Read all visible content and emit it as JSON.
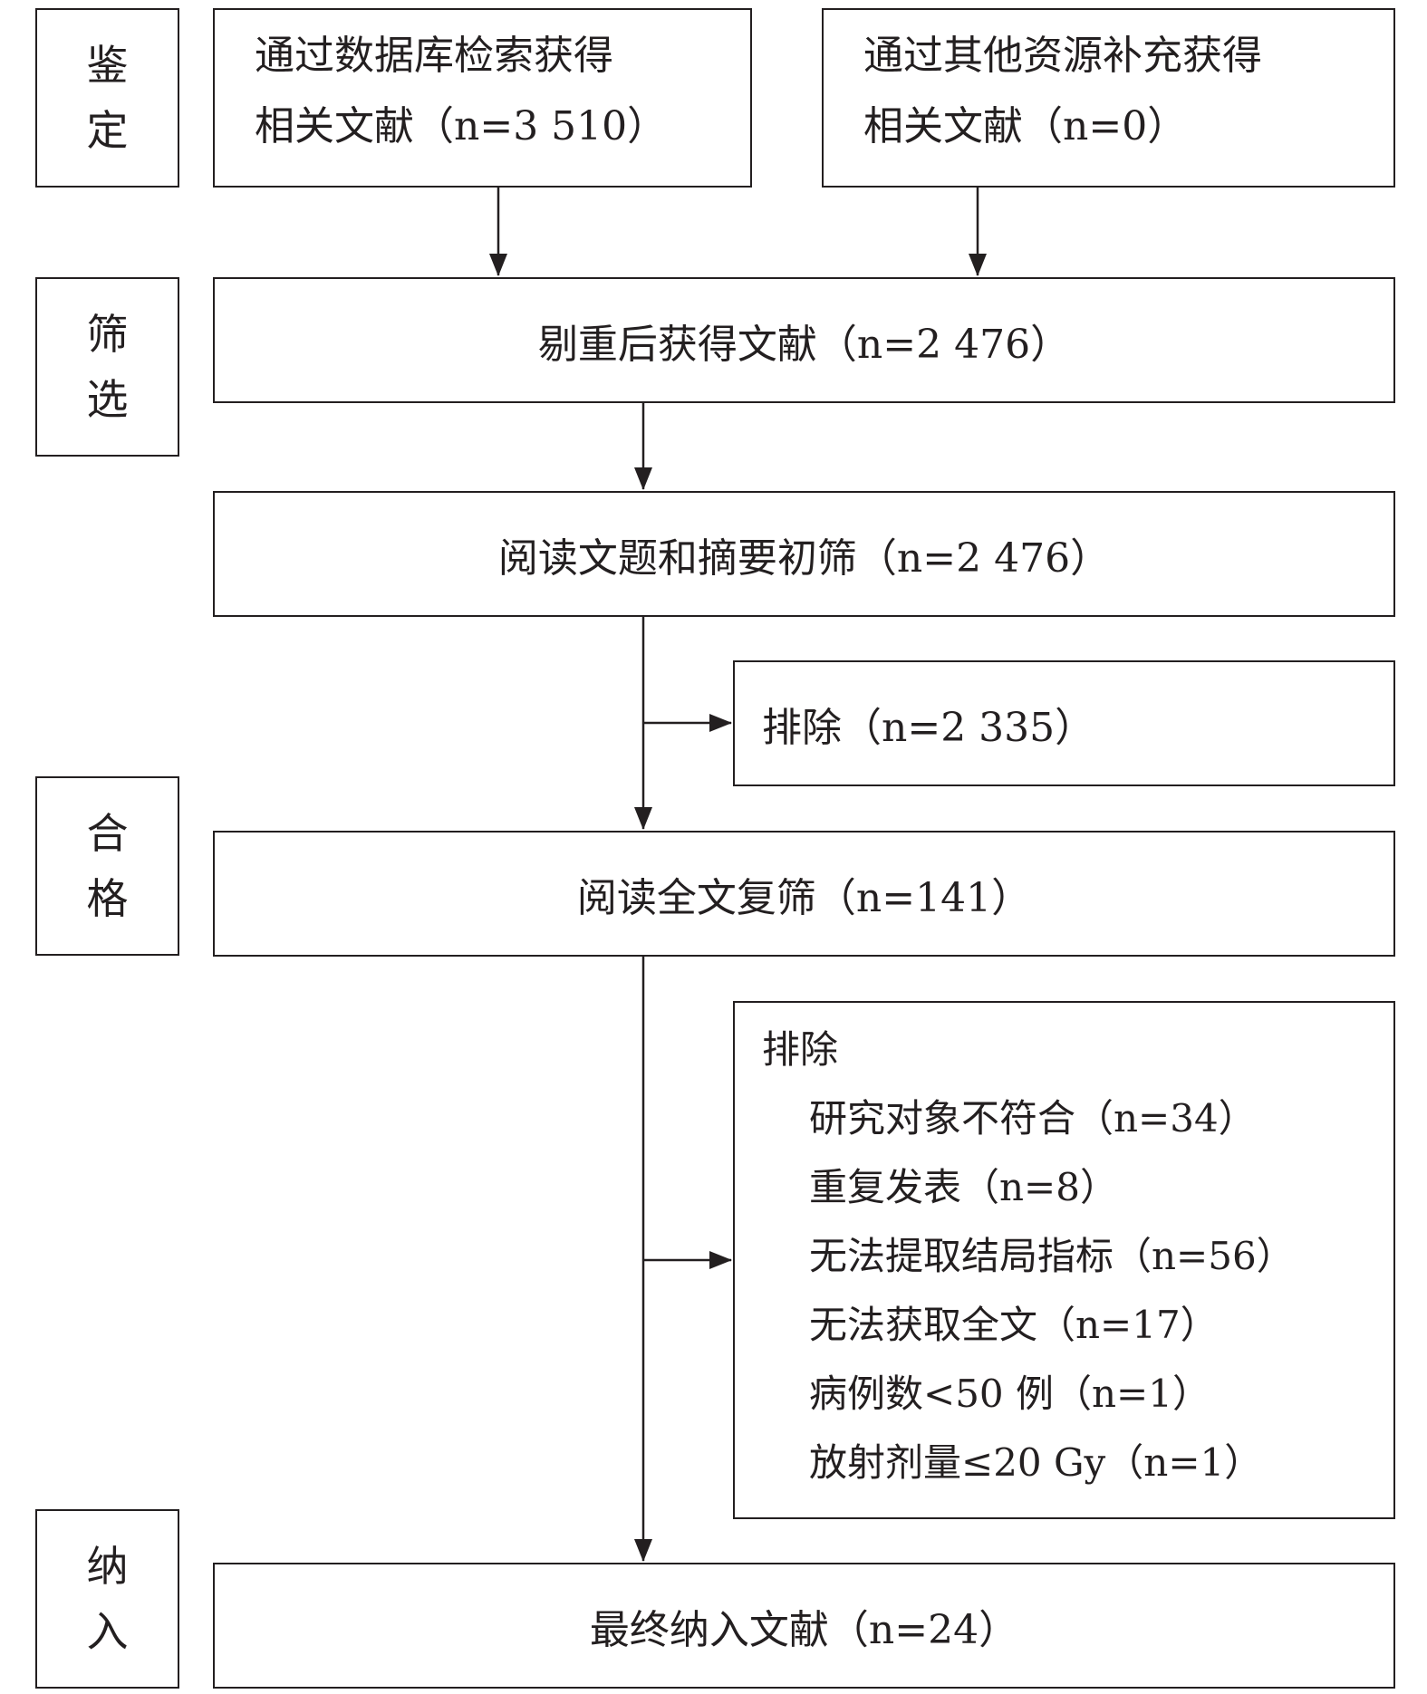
{
  "stages": {
    "identification": [
      "鉴",
      "定"
    ],
    "screening": [
      "筛",
      "选"
    ],
    "eligibility": [
      "合",
      "格"
    ],
    "included": [
      "纳",
      "入"
    ]
  },
  "boxes": {
    "database": {
      "line1": "通过数据库检索获得",
      "line2": "相关文献（n=3 510）"
    },
    "other_sources": {
      "line1": "通过其他资源补充获得",
      "line2": "相关文献（n=0）"
    },
    "deduplicated": "剔重后获得文献（n=2 476）",
    "title_abstract": "阅读文题和摘要初筛（n=2 476）",
    "excluded_first": "排除（n=2 335）",
    "full_text": "阅读全文复筛（n=141）",
    "excluded_second": {
      "heading": "排除",
      "reasons": [
        "研究对象不符合（n=34）",
        "重复发表（n=8）",
        "无法提取结局指标（n=56）",
        "无法获取全文（n=17）",
        "病例数<50 例（n=1）",
        "放射剂量≤20 Gy（n=1）"
      ]
    },
    "final": "最终纳入文献（n=24）"
  }
}
